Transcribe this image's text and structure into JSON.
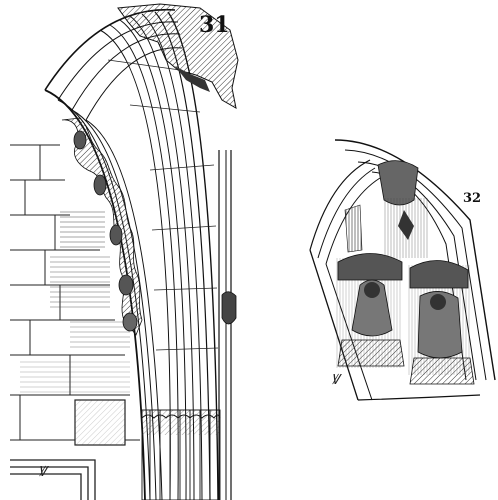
{
  "figures": [
    {
      "number": "31"
    },
    {
      "number": "32"
    }
  ],
  "signatures": [
    "Ꝟ",
    "Ꝟ"
  ],
  "colors": {
    "ink": "#111111",
    "paper": "#ffffff",
    "shade": "#555555"
  }
}
